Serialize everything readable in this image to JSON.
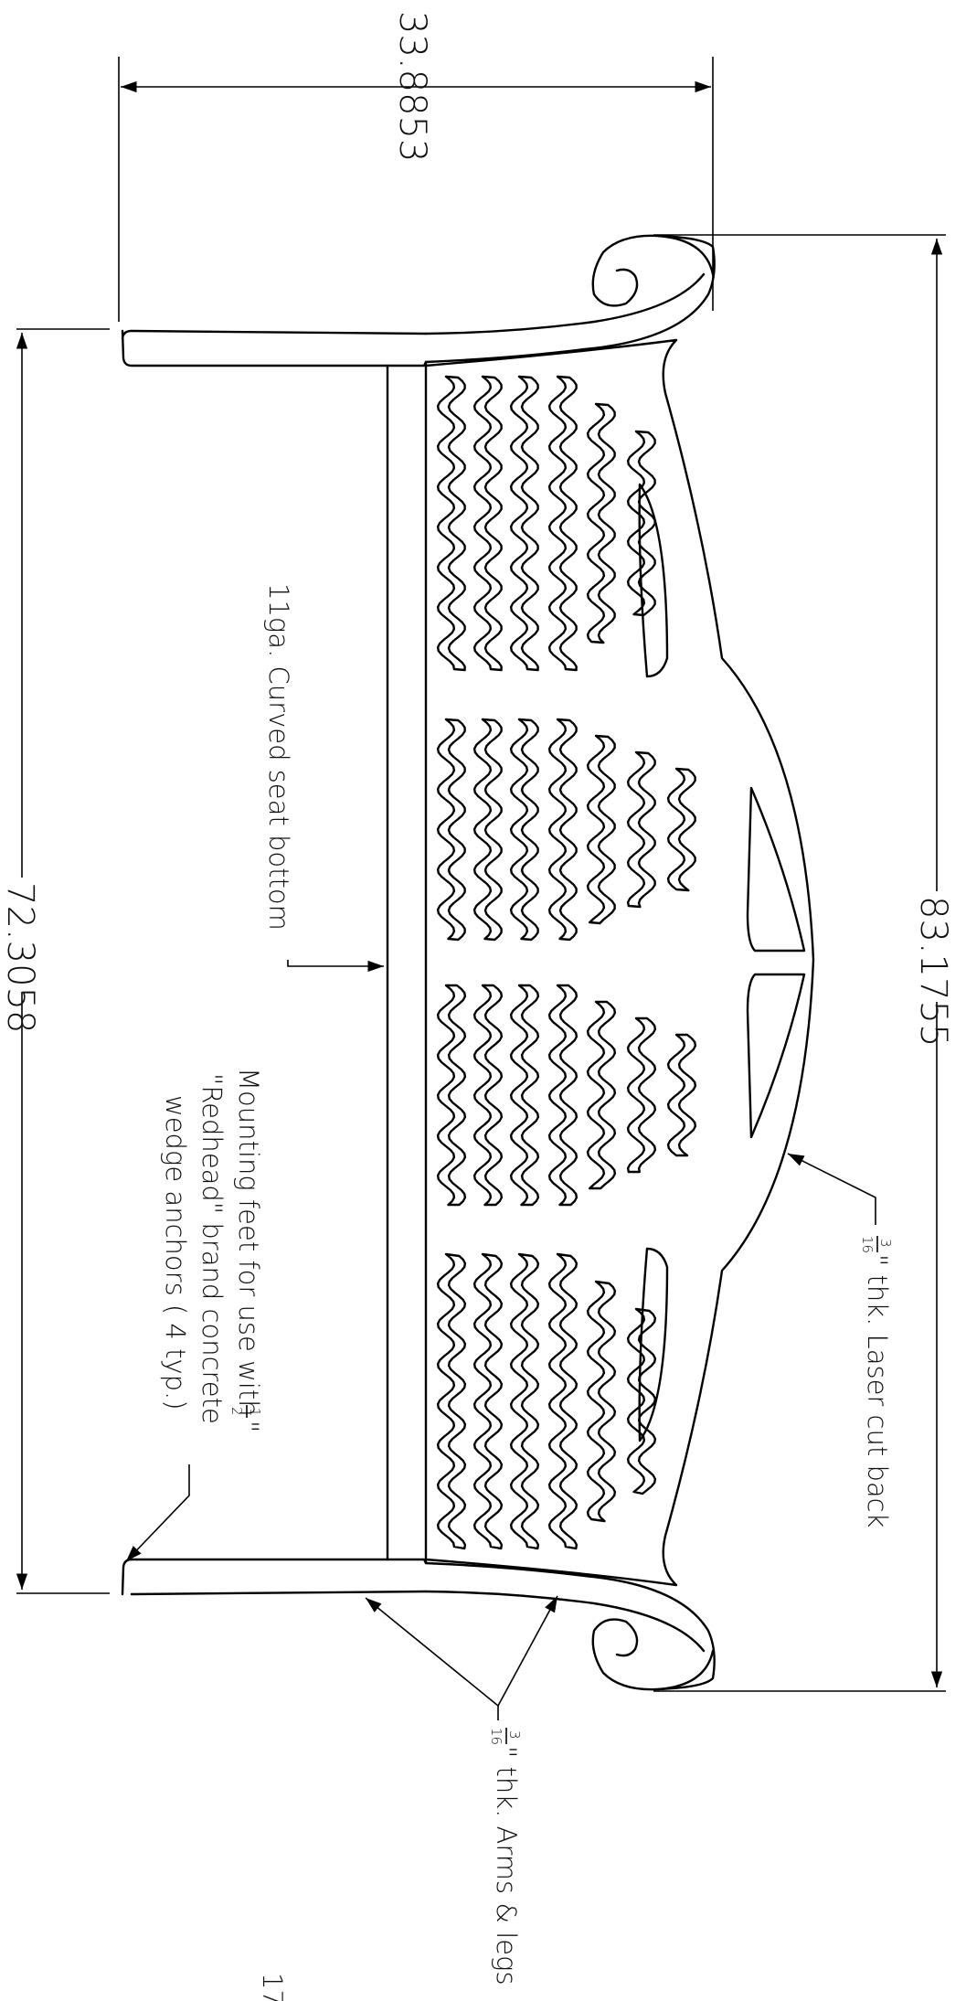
{
  "drawing": {
    "dimensions": {
      "width": "33.8853",
      "height": "72.3058",
      "overall": "83.1755"
    },
    "notes": {
      "seat": "11ga. Curved seat bottom",
      "mount_line1": "Mounting feet for use with",
      "mount_fraction": {
        "num": "1",
        "den": "2"
      },
      "mount_inch": "\"",
      "mount_line2": "\"Redhead\" brand concrete",
      "mount_line3": "wedge anchors ( 4 typ.)",
      "back_fraction": {
        "num": "3",
        "den": "16"
      },
      "back_text": "\" thk. Laser cut back",
      "arms_fraction": {
        "num": "3",
        "den": "16"
      },
      "arms_text": "\" thk. Arms & legs",
      "corner_fragment": "17"
    }
  }
}
